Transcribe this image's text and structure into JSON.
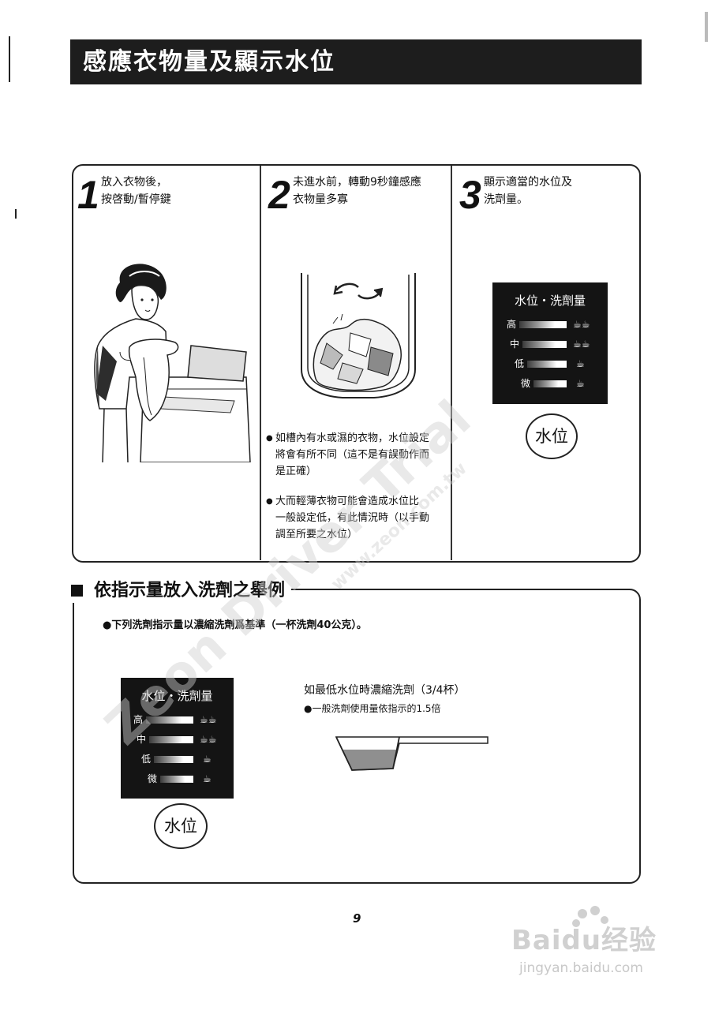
{
  "header": {
    "title": "感應衣物量及顯示水位"
  },
  "steps": [
    {
      "num": "1",
      "text": [
        "放入衣物後，",
        "按啓動/暫停鍵"
      ]
    },
    {
      "num": "2",
      "text": [
        "未進水前，轉動9秒鐘感應",
        "衣物量多寡"
      ]
    },
    {
      "num": "3",
      "text": [
        "顯示適當的水位及",
        "洗劑量。"
      ]
    }
  ],
  "notes": [
    [
      "如槽內有水或濕的衣物，水位設定",
      "將會有所不同（這不是有誤動作而",
      "是正確）"
    ],
    [
      "大而輕薄衣物可能會造成水位比",
      "一般設定低，有此情況時（以手動",
      "調至所要之水位）"
    ]
  ],
  "panel": {
    "title": "水位・洗劑量",
    "levels": [
      {
        "label": "高",
        "icon": "☕☕"
      },
      {
        "label": "中",
        "icon": "☕☕"
      },
      {
        "label": "低",
        "icon": "☕"
      },
      {
        "label": "微",
        "icon": "☕"
      }
    ],
    "button_label": "水位"
  },
  "example": {
    "heading": "依指示量放入洗劑之舉例",
    "bullet": "●下列洗劑指示量以濃縮洗劑爲基準（一杯洗劑40公克）。",
    "lowest_text": "如最低水位時濃縮洗劑（3/4杯）",
    "general_note": "●一般洗劑使用量依指示的1.5倍"
  },
  "page_number": "9",
  "watermarks": {
    "diagonal": "Zeon Driver Trial",
    "url": "www.zeon.com.tw",
    "baidu_brand": "Baidu经验",
    "baidu_url": "jingyan.baidu.com"
  }
}
